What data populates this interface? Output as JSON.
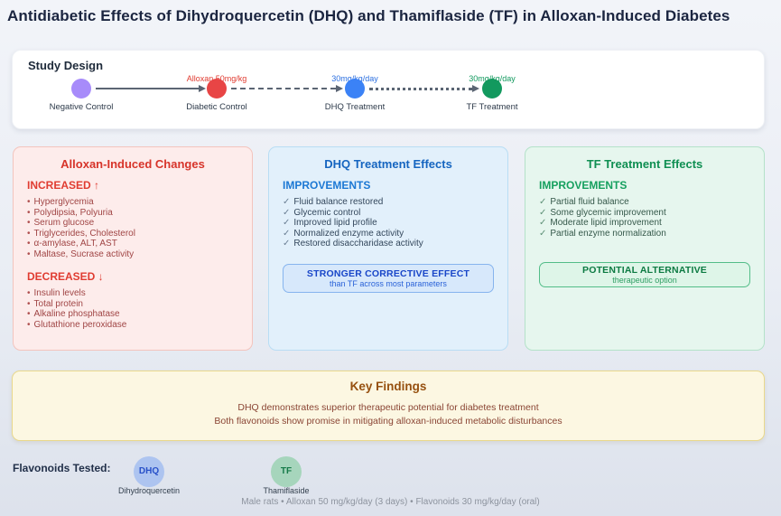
{
  "title": "Antidiabetic Effects of Dihydroquercetin (DHQ) and Thamiflaside (TF) in Alloxan-Induced Diabetes",
  "glyphs": {
    "bullet": "•",
    "check": "✓"
  },
  "colors": {
    "negative_control": "#a78bfa",
    "diabetic_control": "#e84545",
    "dhq": "#3b82f6",
    "tf": "#12995e",
    "red_panel_bg": "#fdeceb",
    "blue_panel_bg": "#e2f0fb",
    "green_panel_bg": "#e6f6ee",
    "key_findings_bg": "#fcf7e2"
  },
  "study_design": {
    "heading": "Study Design",
    "nodes": [
      {
        "label": "Negative Control"
      },
      {
        "label": "Diabetic Control",
        "dose": "Alloxan 50mg/kg"
      },
      {
        "label": "DHQ Treatment",
        "dose": "30mg/kg/day"
      },
      {
        "label": "TF Treatment",
        "dose": "30mg/kg/day"
      }
    ]
  },
  "alloxan_panel": {
    "title": "Alloxan-Induced Changes",
    "increased_heading": "INCREASED ↑",
    "increased_items": [
      "Hyperglycemia",
      "Polydipsia, Polyuria",
      "Serum glucose",
      "Triglycerides, Cholesterol",
      "α-amylase, ALT, AST",
      "Maltase, Sucrase activity"
    ],
    "decreased_heading": "DECREASED ↓",
    "decreased_items": [
      "Insulin levels",
      "Total protein",
      "Alkaline phosphatase",
      "Glutathione peroxidase"
    ]
  },
  "dhq_panel": {
    "title": "DHQ Treatment Effects",
    "improvements_heading": "IMPROVEMENTS",
    "items": [
      "Fluid balance restored",
      "Glycemic control",
      "Improved lipid profile",
      "Normalized enzyme activity",
      "Restored disaccharidase activity"
    ],
    "highlight_title": "STRONGER CORRECTIVE EFFECT",
    "highlight_subtitle": "than TF across most parameters"
  },
  "tf_panel": {
    "title": "TF Treatment Effects",
    "improvements_heading": "IMPROVEMENTS",
    "items": [
      "Partial fluid balance",
      "Some glycemic improvement",
      "Moderate lipid improvement",
      "Partial enzyme normalization"
    ],
    "highlight_title": "POTENTIAL ALTERNATIVE",
    "highlight_subtitle": "therapeutic option"
  },
  "key_findings": {
    "title": "Key Findings",
    "lines": [
      "DHQ demonstrates superior therapeutic potential for diabetes treatment",
      "Both flavonoids show promise in mitigating alloxan-induced metabolic disturbances"
    ]
  },
  "flavonoids": {
    "label": "Flavonoids Tested:",
    "items": [
      {
        "abbr": "DHQ",
        "name": "Dihydroquercetin"
      },
      {
        "abbr": "TF",
        "name": "Thamiflaside"
      }
    ]
  },
  "footer": "Male rats • Alloxan 50 mg/kg/day (3 days) • Flavonoids 30 mg/kg/day (oral)"
}
